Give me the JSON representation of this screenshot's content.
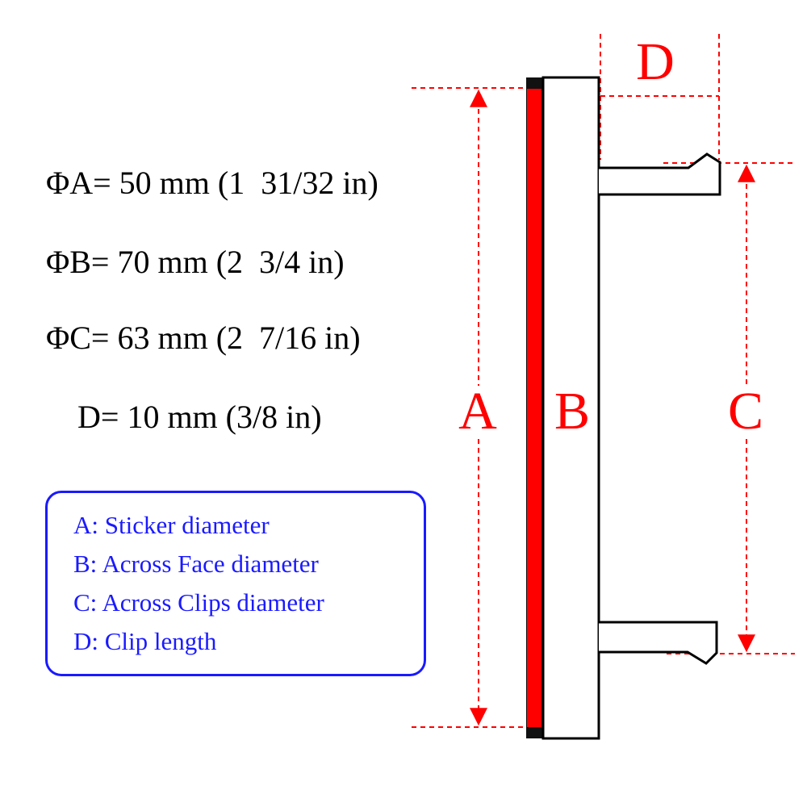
{
  "specs": {
    "a": "ΦA= 50 mm (1  31/32 in)",
    "b": "ΦB= 70 mm (2  3/4 in)",
    "c": "ΦC= 63 mm (2  7/16 in)",
    "d": "D= 10 mm (3/8 in)"
  },
  "legend": {
    "a": "A: Sticker diameter",
    "b": "B: Across Face diameter",
    "c": "C: Across Clips diameter",
    "d": "D: Clip length"
  },
  "dimension_labels": {
    "a": "A",
    "b": "B",
    "c": "C",
    "d": "D"
  },
  "colors": {
    "dimension": "#ff0000",
    "legend": "#1a1aff",
    "sticker": "#ff0000",
    "outline": "#000000"
  }
}
